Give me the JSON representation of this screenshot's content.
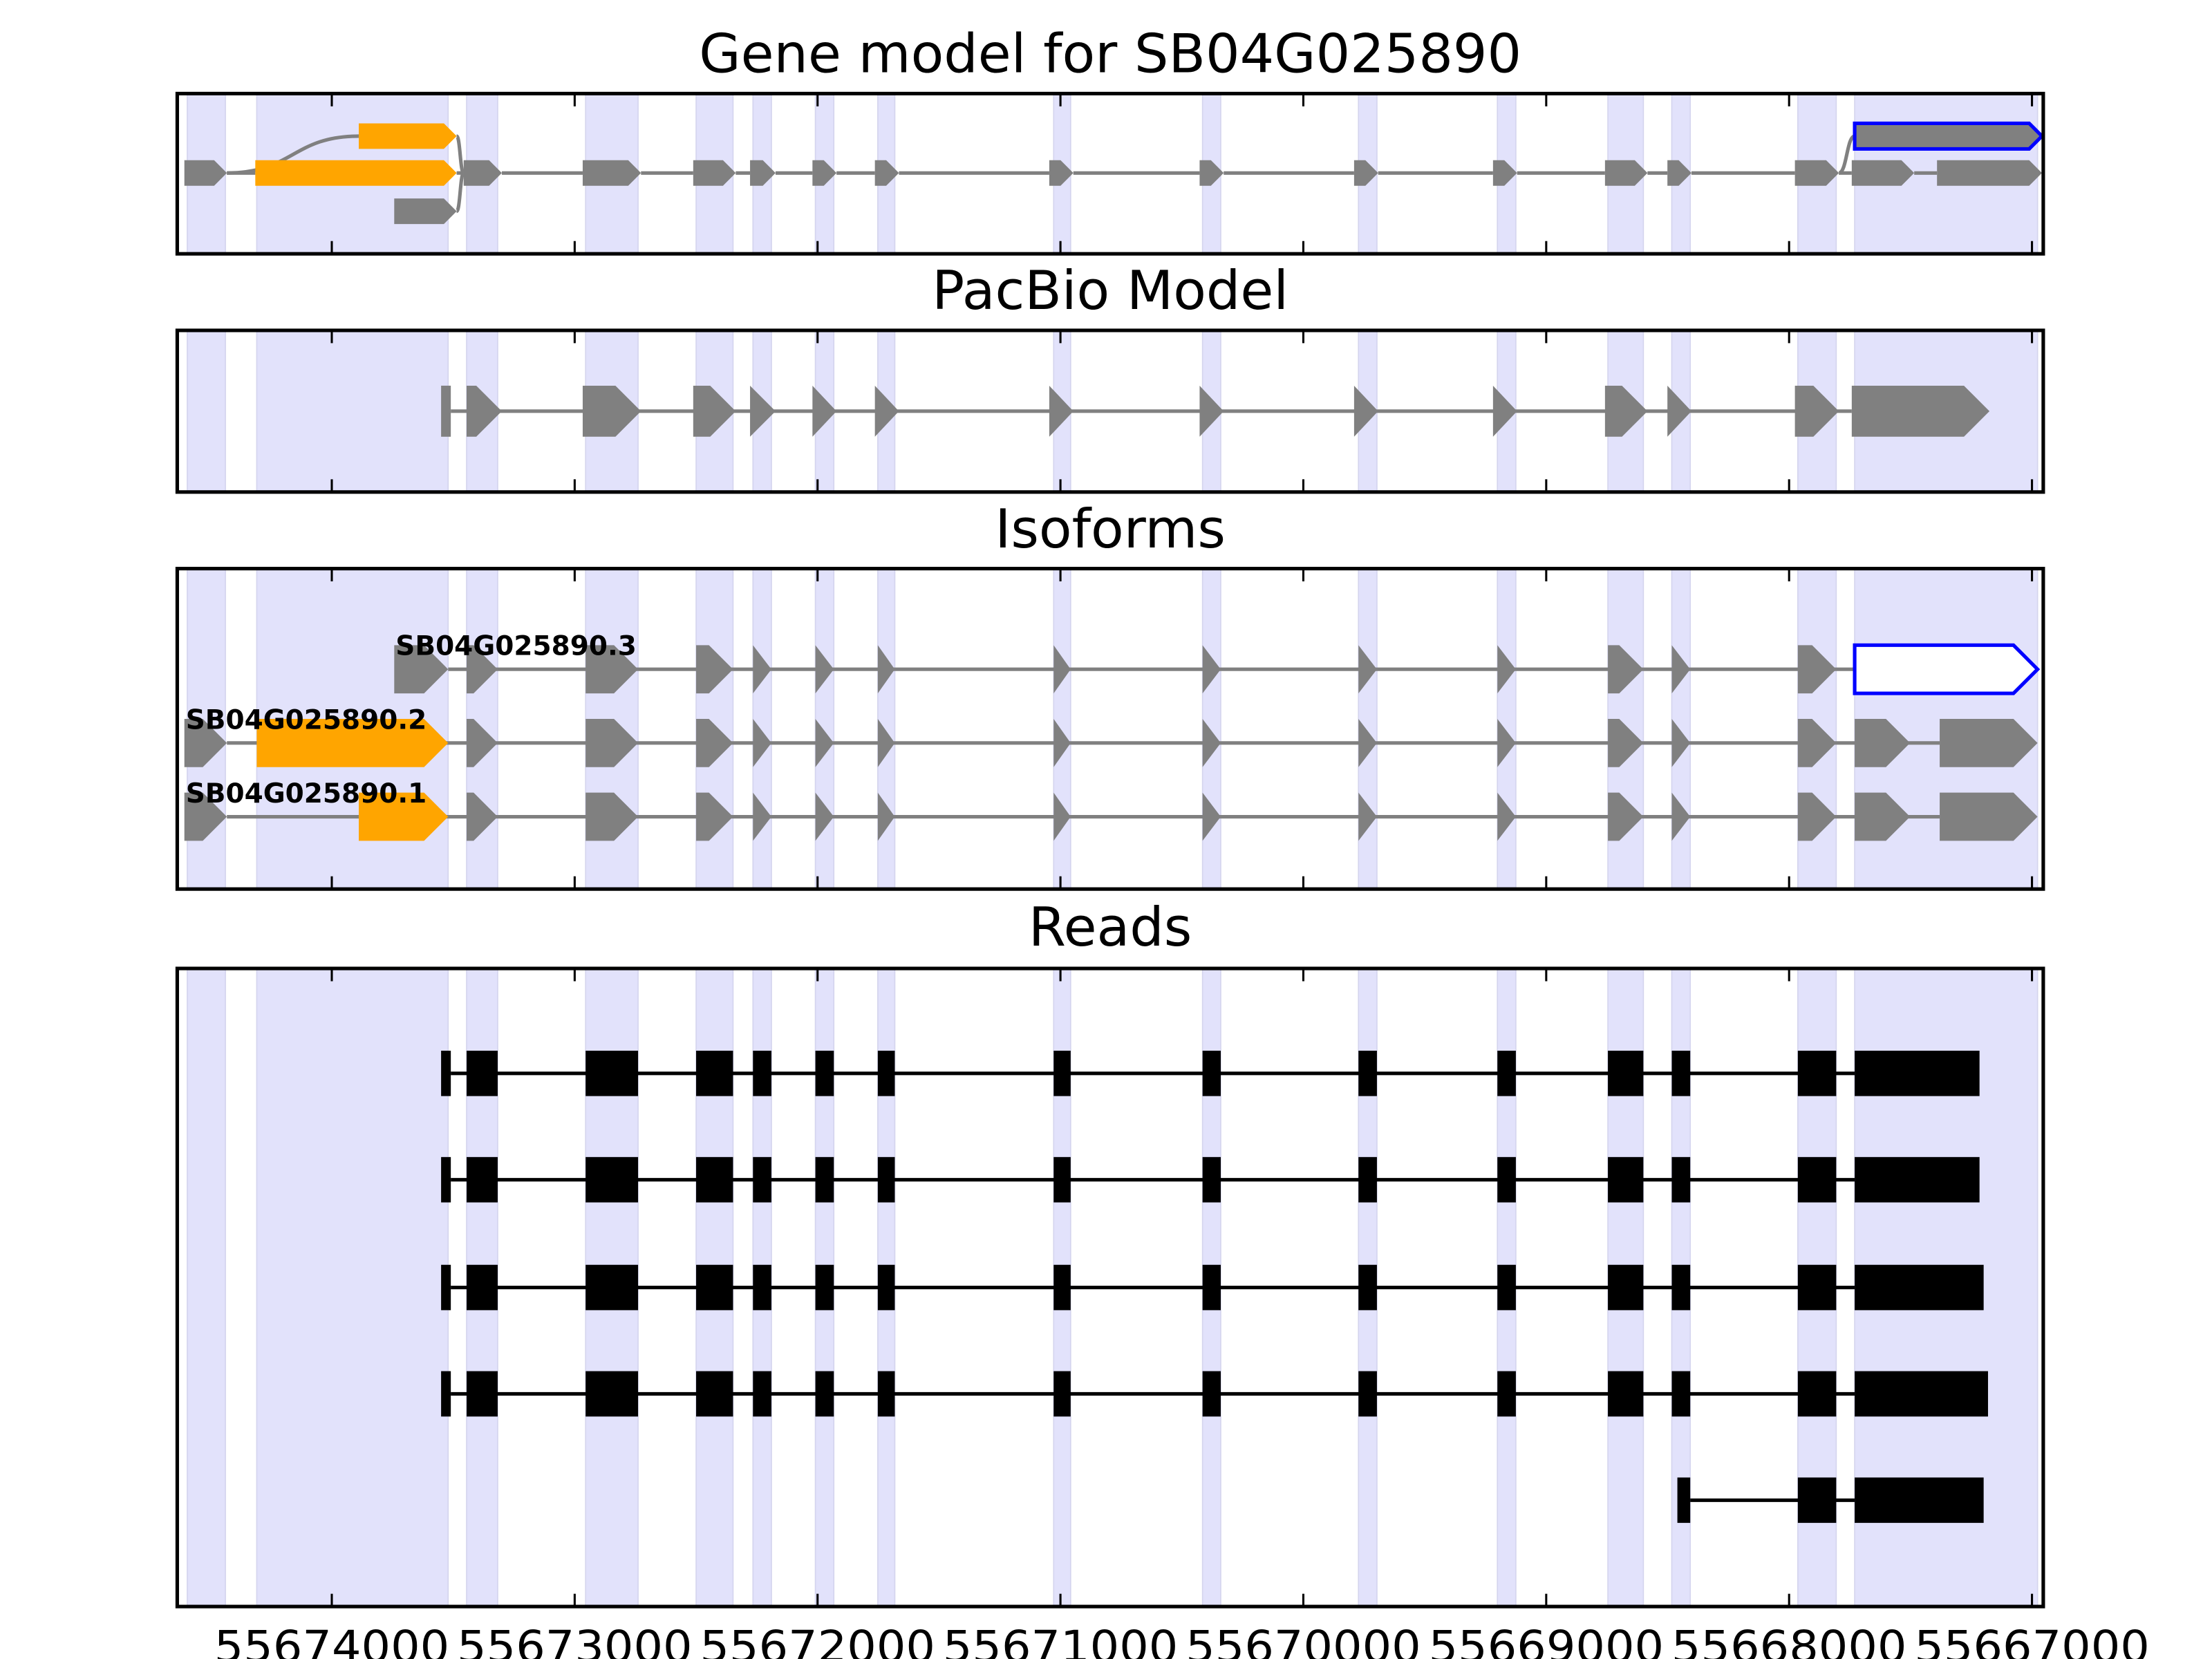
{
  "chart_data": {
    "type": "gene-track",
    "xlabel": "",
    "ylabel": "",
    "xlim": [
      55674636,
      55666954
    ],
    "x_inverted": true,
    "xticks": [
      55674000,
      55673000,
      55672000,
      55671000,
      55670000,
      55669000,
      55668000,
      55667000
    ],
    "xtick_labels": [
      "55674000",
      "55673000",
      "55672000",
      "55671000",
      "55670000",
      "55669000",
      "55668000",
      "55667000"
    ],
    "colors": {
      "shade": "#e2e2fb",
      "exon": "#808080",
      "highlight": "#ffa500",
      "selected_outline": "#0000ff",
      "read": "#000000"
    },
    "shaded_regions": [
      [
        55674595,
        55674438
      ],
      [
        55674309,
        55673521
      ],
      [
        55673445,
        55673317
      ],
      [
        55672955,
        55672739
      ],
      [
        55672500,
        55672348
      ],
      [
        55672266,
        55672190
      ],
      [
        55672009,
        55671933
      ],
      [
        55671752,
        55671682
      ],
      [
        55671028,
        55670958
      ],
      [
        55670415,
        55670340
      ],
      [
        55669773,
        55669697
      ],
      [
        55669201,
        55669125
      ],
      [
        55668746,
        55668600
      ],
      [
        55668483,
        55668407
      ],
      [
        55667964,
        55667806
      ],
      [
        55667730,
        55666977
      ]
    ],
    "panels": [
      {
        "title": "Gene model for SB04G025890",
        "kind": "graph",
        "nodes": [
          {
            "id": "a",
            "start": 55674607,
            "end": 55674432,
            "row": 1,
            "color": "exon"
          },
          {
            "id": "b",
            "start": 55674315,
            "end": 55673486,
            "row": 1,
            "color": "highlight"
          },
          {
            "id": "c",
            "start": 55673889,
            "end": 55673486,
            "row": 0,
            "color": "highlight"
          },
          {
            "id": "d",
            "start": 55673743,
            "end": 55673486,
            "row": 2,
            "color": "exon"
          },
          {
            "id": "e",
            "start": 55673457,
            "end": 55673300,
            "row": 1,
            "color": "exon"
          },
          {
            "id": "f",
            "start": 55672967,
            "end": 55672727,
            "row": 1,
            "color": "exon"
          },
          {
            "id": "g",
            "start": 55672512,
            "end": 55672337,
            "row": 1,
            "color": "exon"
          },
          {
            "id": "h",
            "start": 55672278,
            "end": 55672173,
            "row": 1,
            "color": "exon"
          },
          {
            "id": "i",
            "start": 55672021,
            "end": 55671922,
            "row": 1,
            "color": "exon"
          },
          {
            "id": "j",
            "start": 55671764,
            "end": 55671665,
            "row": 1,
            "color": "exon"
          },
          {
            "id": "k",
            "start": 55671046,
            "end": 55670947,
            "row": 1,
            "color": "exon"
          },
          {
            "id": "l",
            "start": 55670427,
            "end": 55670328,
            "row": 1,
            "color": "exon"
          },
          {
            "id": "m",
            "start": 55669791,
            "end": 55669692,
            "row": 1,
            "color": "exon"
          },
          {
            "id": "n",
            "start": 55669219,
            "end": 55669120,
            "row": 1,
            "color": "exon"
          },
          {
            "id": "o",
            "start": 55668758,
            "end": 55668583,
            "row": 1,
            "color": "exon"
          },
          {
            "id": "p",
            "start": 55668501,
            "end": 55668402,
            "row": 1,
            "color": "exon"
          },
          {
            "id": "q",
            "start": 55667976,
            "end": 55667795,
            "row": 1,
            "color": "exon"
          },
          {
            "id": "r",
            "start": 55667730,
            "end": 55666959,
            "row": 0,
            "color": "exon",
            "outline": "selected_outline"
          },
          {
            "id": "s",
            "start": 55667742,
            "end": 55667485,
            "row": 1,
            "color": "exon"
          },
          {
            "id": "t",
            "start": 55667391,
            "end": 55666959,
            "row": 1,
            "color": "exon"
          }
        ],
        "edges": [
          [
            "a",
            "b"
          ],
          [
            "a",
            "c"
          ],
          [
            "b",
            "e"
          ],
          [
            "c",
            "e"
          ],
          [
            "d",
            "e"
          ],
          [
            "e",
            "f"
          ],
          [
            "f",
            "g"
          ],
          [
            "g",
            "h"
          ],
          [
            "h",
            "i"
          ],
          [
            "i",
            "j"
          ],
          [
            "j",
            "k"
          ],
          [
            "k",
            "l"
          ],
          [
            "l",
            "m"
          ],
          [
            "m",
            "n"
          ],
          [
            "n",
            "o"
          ],
          [
            "o",
            "p"
          ],
          [
            "p",
            "q"
          ],
          [
            "q",
            "r"
          ],
          [
            "q",
            "s"
          ],
          [
            "s",
            "t"
          ]
        ]
      },
      {
        "title": "PacBio Model",
        "kind": "transcripts",
        "transcripts": [
          {
            "label": "",
            "exons": [
              [
                55673550,
                55673510,
                "exon"
              ],
              [
                55673445,
                55673300,
                "exon"
              ],
              [
                55672967,
                55672727,
                "exon"
              ],
              [
                55672512,
                55672337,
                "exon"
              ],
              [
                55672278,
                55672173,
                "exon"
              ],
              [
                55672021,
                55671922,
                "exon"
              ],
              [
                55671764,
                55671665,
                "exon"
              ],
              [
                55671046,
                55670947,
                "exon"
              ],
              [
                55670427,
                55670328,
                "exon"
              ],
              [
                55669791,
                55669692,
                "exon"
              ],
              [
                55669219,
                55669120,
                "exon"
              ],
              [
                55668758,
                55668583,
                "exon"
              ],
              [
                55668501,
                55668402,
                "exon"
              ],
              [
                55667976,
                55667795,
                "exon"
              ],
              [
                55667742,
                55667175,
                "exon"
              ]
            ]
          }
        ]
      },
      {
        "title": "Isoforms",
        "kind": "transcripts",
        "transcripts": [
          {
            "label": "SB04G025890.3",
            "exons": [
              [
                55673743,
                55673521,
                "exon"
              ],
              [
                55673445,
                55673317,
                "exon"
              ],
              [
                55672955,
                55672739,
                "exon"
              ],
              [
                55672500,
                55672348,
                "exon"
              ],
              [
                55672266,
                55672190,
                "exon"
              ],
              [
                55672009,
                55671933,
                "exon"
              ],
              [
                55671752,
                55671682,
                "exon"
              ],
              [
                55671028,
                55670958,
                "exon"
              ],
              [
                55670415,
                55670340,
                "exon"
              ],
              [
                55669773,
                55669697,
                "exon"
              ],
              [
                55669201,
                55669125,
                "exon"
              ],
              [
                55668746,
                55668600,
                "exon"
              ],
              [
                55668483,
                55668407,
                "exon"
              ],
              [
                55667964,
                55667806,
                "exon"
              ],
              [
                55667730,
                55666977,
                "none",
                "selected_outline"
              ]
            ]
          },
          {
            "label": "SB04G025890.2",
            "exons": [
              [
                55674607,
                55674432,
                "exon"
              ],
              [
                55674309,
                55673521,
                "highlight"
              ],
              [
                55673445,
                55673317,
                "exon"
              ],
              [
                55672955,
                55672739,
                "exon"
              ],
              [
                55672500,
                55672348,
                "exon"
              ],
              [
                55672266,
                55672190,
                "exon"
              ],
              [
                55672009,
                55671933,
                "exon"
              ],
              [
                55671752,
                55671682,
                "exon"
              ],
              [
                55671028,
                55670958,
                "exon"
              ],
              [
                55670415,
                55670340,
                "exon"
              ],
              [
                55669773,
                55669697,
                "exon"
              ],
              [
                55669201,
                55669125,
                "exon"
              ],
              [
                55668746,
                55668600,
                "exon"
              ],
              [
                55668483,
                55668407,
                "exon"
              ],
              [
                55667964,
                55667806,
                "exon"
              ],
              [
                55667730,
                55667502,
                "exon"
              ],
              [
                55667380,
                55666977,
                "exon"
              ]
            ]
          },
          {
            "label": "SB04G025890.1",
            "exons": [
              [
                55674607,
                55674432,
                "exon"
              ],
              [
                55673889,
                55673521,
                "highlight"
              ],
              [
                55673445,
                55673317,
                "exon"
              ],
              [
                55672955,
                55672739,
                "exon"
              ],
              [
                55672500,
                55672348,
                "exon"
              ],
              [
                55672266,
                55672190,
                "exon"
              ],
              [
                55672009,
                55671933,
                "exon"
              ],
              [
                55671752,
                55671682,
                "exon"
              ],
              [
                55671028,
                55670958,
                "exon"
              ],
              [
                55670415,
                55670340,
                "exon"
              ],
              [
                55669773,
                55669697,
                "exon"
              ],
              [
                55669201,
                55669125,
                "exon"
              ],
              [
                55668746,
                55668600,
                "exon"
              ],
              [
                55668483,
                55668407,
                "exon"
              ],
              [
                55667964,
                55667806,
                "exon"
              ],
              [
                55667730,
                55667502,
                "exon"
              ],
              [
                55667380,
                55666977,
                "exon"
              ]
            ]
          }
        ]
      },
      {
        "title": "Reads",
        "kind": "reads",
        "reads": [
          {
            "end": 55667216
          },
          {
            "end": 55667216
          },
          {
            "end": 55667199
          },
          {
            "end": 55667181
          },
          {
            "start_exon": [
              55668460,
              55668407
            ],
            "end": 55667199
          }
        ],
        "read_exons": [
          [
            55673550,
            55673510
          ],
          [
            55673445,
            55673317
          ],
          [
            55672955,
            55672739
          ],
          [
            55672500,
            55672348
          ],
          [
            55672266,
            55672190
          ],
          [
            55672009,
            55671933
          ],
          [
            55671752,
            55671682
          ],
          [
            55671028,
            55670958
          ],
          [
            55670415,
            55670340
          ],
          [
            55669773,
            55669697
          ],
          [
            55669201,
            55669125
          ],
          [
            55668746,
            55668600
          ],
          [
            55668483,
            55668407
          ],
          [
            55667964,
            55667806
          ],
          [
            55667730,
            null
          ]
        ]
      }
    ]
  }
}
